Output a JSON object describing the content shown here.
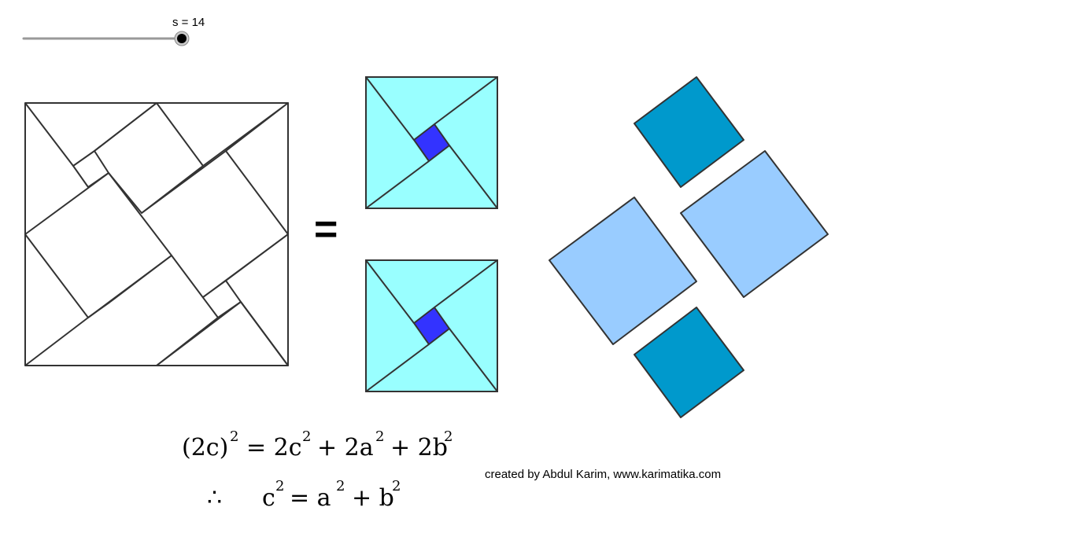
{
  "slider": {
    "label": "s = 14",
    "value": 14,
    "min": 0,
    "max": 14
  },
  "equals_sign": "=",
  "formula_line1": {
    "lhs": "(2c)",
    "lhs_exp": "2",
    "rhs": "= 2c",
    "rhs_exp1": "2",
    "rhs_mid": "+ 2a",
    "rhs_exp2": "2",
    "rhs_end": "+ 2b",
    "rhs_exp3": "2"
  },
  "formula_line2": {
    "therefore": "∴",
    "lhs": "c",
    "lhs_exp": "2",
    "mid": "= a",
    "mid_exp": "2",
    "end": "+ b",
    "end_exp": "2"
  },
  "credit": "created by Abdul Karim, www.karimatika.com",
  "colors": {
    "outline": "#333333",
    "cyan_triangle": "#99ffff",
    "blue_center": "#3333ff",
    "square_a": "#0099cc",
    "square_b": "#99ccff"
  }
}
